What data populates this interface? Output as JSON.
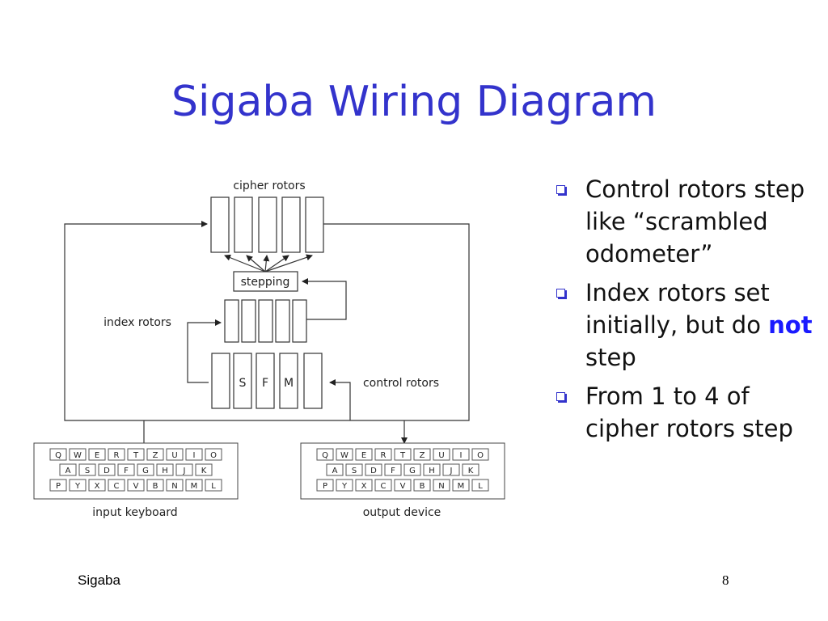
{
  "slide": {
    "title": "Sigaba Wiring Diagram",
    "footer_left": "Sigaba",
    "page_number": "8"
  },
  "diagram": {
    "cipher_rotors_label": "cipher rotors",
    "stepping_label": "stepping",
    "index_rotors_label": "index rotors",
    "control_rotors_label": "control rotors",
    "control_rotor_letters": [
      "S",
      "F",
      "M"
    ],
    "input_keyboard_label": "input keyboard",
    "output_device_label": "output device",
    "keyboard_rows": [
      [
        "Q",
        "W",
        "E",
        "R",
        "T",
        "Z",
        "U",
        "I",
        "O"
      ],
      [
        "A",
        "S",
        "D",
        "F",
        "G",
        "H",
        "J",
        "K"
      ],
      [
        "P",
        "Y",
        "X",
        "C",
        "V",
        "B",
        "N",
        "M",
        "L"
      ]
    ]
  },
  "bullets": [
    {
      "text": "Control rotors step like “scrambled odometer”"
    },
    {
      "pre": "Index rotors set initially, but do ",
      "emph": "not",
      "post": " step"
    },
    {
      "text": "From 1 to 4 of cipher rotors step"
    }
  ]
}
